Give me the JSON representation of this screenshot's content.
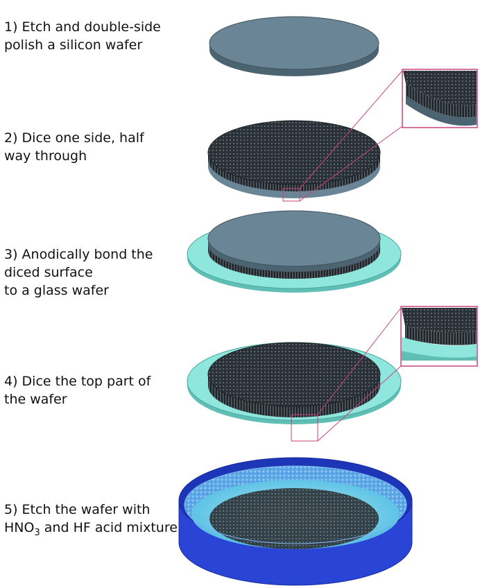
{
  "steps": [
    {
      "lines": [
        "1) Etch and double-side",
        "polish a silicon wafer"
      ]
    },
    {
      "lines": [
        "2) Dice one side, half",
        "way through"
      ]
    },
    {
      "lines": [
        "3) Anodically bond the",
        "diced surface",
        "to a glass wafer"
      ]
    },
    {
      "lines": [
        "4) Dice the top part of",
        "the wafer"
      ]
    },
    {
      "line1": "5) Etch the wafer with",
      "line2_pre": "HNO",
      "line2_sub": "3",
      "line2_post": " and HF acid mixture"
    }
  ],
  "colors": {
    "silicon": "#6a8596",
    "silicon_dark": "#4c6372",
    "diced": "#2b3237",
    "glass": "#8fe6dc",
    "glass_edge": "#5fbfb5",
    "zoom": "#c9437e",
    "bath": "#2a45d6",
    "bath_dark": "#162a9c"
  }
}
